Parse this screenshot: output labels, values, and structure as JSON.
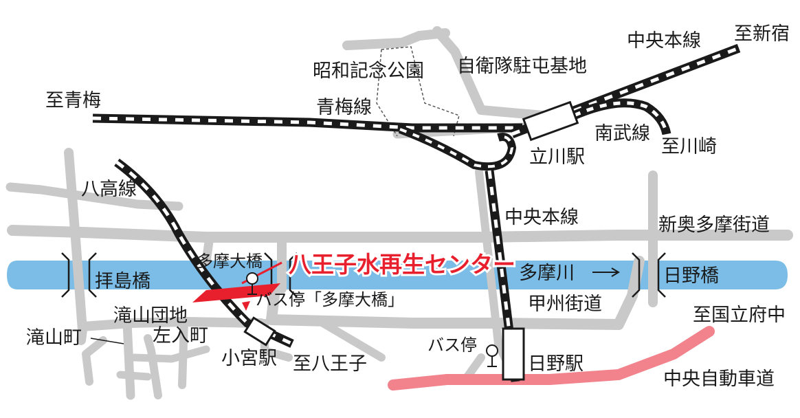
{
  "map": {
    "colors": {
      "road": "#c9c9c9",
      "river": "#7bbde6",
      "highway": "#f2828c",
      "rail_dark": "#1a1a1a",
      "rail_light": "#ffffff",
      "highlight": "#e8202e",
      "park_outline": "#555555"
    },
    "labels": {
      "to_ome": "至青梅",
      "ome_line": "青梅線",
      "showa_park": "昭和記念公園",
      "jsdf_base": "自衛隊駐屯基地",
      "chuo_line_top": "中央本線",
      "to_shinjuku": "至新宿",
      "nambu_line": "南武線",
      "tachikawa_sta": "立川駅",
      "to_kawasaki": "至川崎",
      "hachiko_line": "八高線",
      "chuo_line_mid": "中央本線",
      "shin_okutama": "新奥多摩街道",
      "tama_ohashi": "多摩大橋",
      "facility": "八王子水再生センター",
      "tamagawa": "多摩川",
      "arrow": "→",
      "hino_bridge": "日野橋",
      "haijima_bridge": "拝島橋",
      "bus_stop_tama": "バス停「多摩大橋」",
      "takiyama_danchi": "滝山団地",
      "koshu_kaido": "甲州街道",
      "to_kunitachifuchu": "至国立府中",
      "takiyama_cho": "滝山町",
      "sainyu_cho": "左入町",
      "bus_stop": "バス停",
      "komiya_sta": "小宮駅",
      "to_hachioji": "至八王子",
      "hino_sta": "日野駅",
      "chuo_expressway": "中央自動車道"
    }
  }
}
